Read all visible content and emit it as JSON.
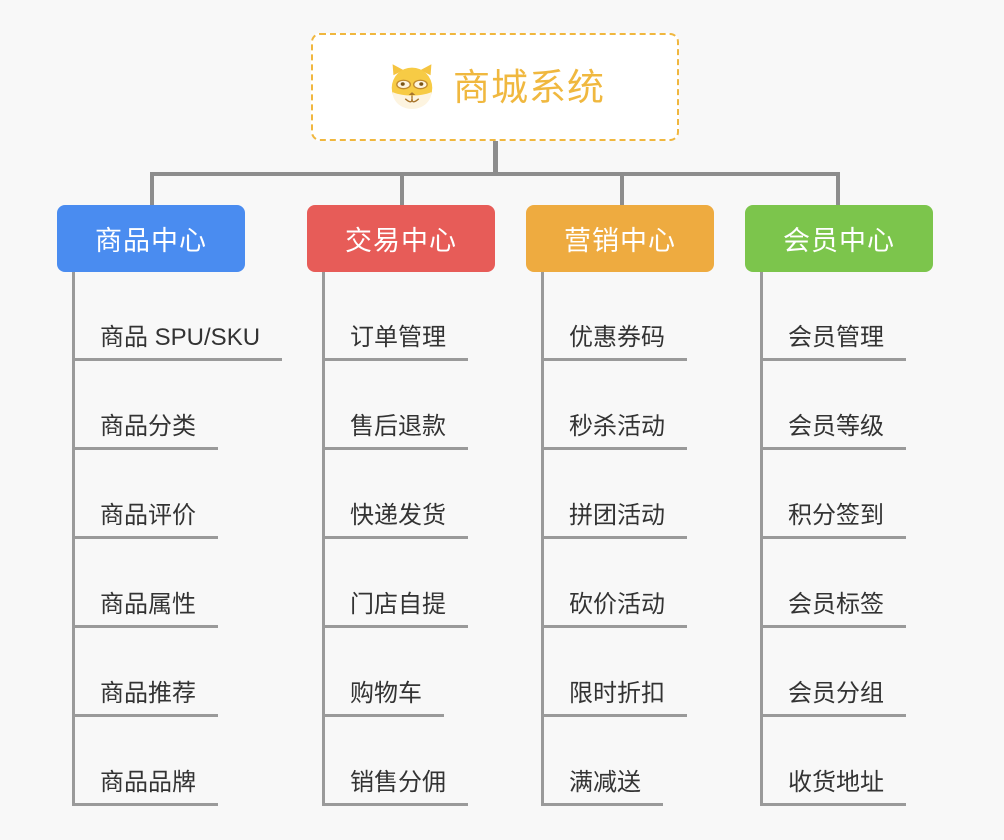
{
  "diagram": {
    "title": "商城系统",
    "background_color": "#f8f8f8",
    "root": {
      "label": "商城系统",
      "icon": "shiba-dog-mascot-icon",
      "text_color": "#f0b83f",
      "border_color": "#f0b73f",
      "border_style": "dashed",
      "fill_color": "#ffffff"
    },
    "connector_color": "#8d8d8d",
    "leaf_line_color": "#9a9a9a",
    "leaf_text_color": "#333333",
    "columns": [
      {
        "header": "商品中心",
        "color": "#4a8cf0",
        "width": 188,
        "items": [
          "商品 SPU/SKU",
          "商品分类",
          "商品评价",
          "商品属性",
          "商品推荐",
          "商品品牌"
        ]
      },
      {
        "header": "交易中心",
        "color": "#e75c58",
        "width": 188,
        "items": [
          "订单管理",
          "售后退款",
          "快递发货",
          "门店自提",
          "购物车",
          "销售分佣"
        ]
      },
      {
        "header": "营销中心",
        "color": "#eeab40",
        "width": 188,
        "items": [
          "优惠券码",
          "秒杀活动",
          "拼团活动",
          "砍价活动",
          "限时折扣",
          "满减送"
        ]
      },
      {
        "header": "会员中心",
        "color": "#7cc54c",
        "width": 188,
        "items": [
          "会员管理",
          "会员等级",
          "积分签到",
          "会员标签",
          "会员分组",
          "收货地址"
        ]
      }
    ]
  }
}
